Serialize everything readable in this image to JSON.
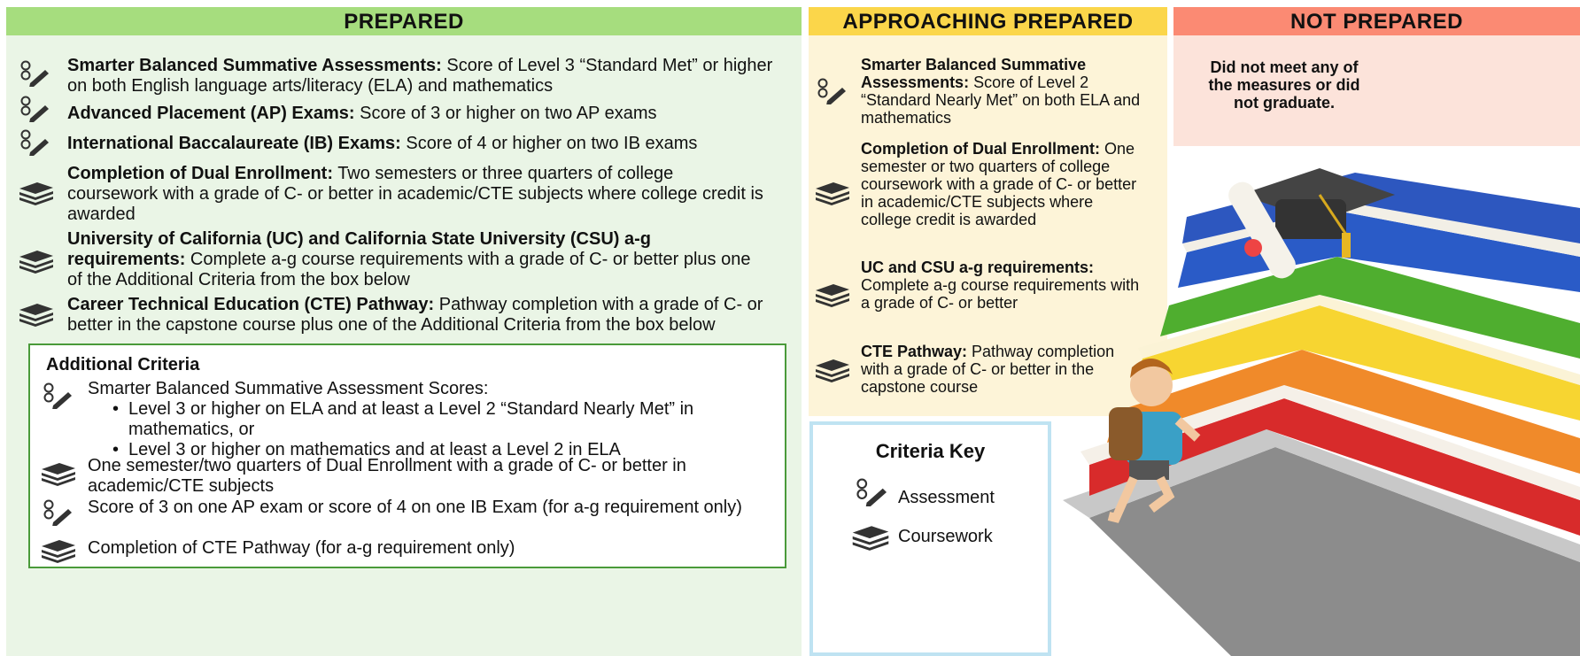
{
  "headers": {
    "prepared": "PREPARED",
    "approaching": "APPROACHING PREPARED",
    "not_prepared": "NOT PREPARED"
  },
  "colors": {
    "prepared_header": "#a6dd7e",
    "prepared_bg": "#eaf5e6",
    "approaching_header": "#fbd64a",
    "approaching_bg": "#fdf4d8",
    "not_header": "#fb8a73",
    "not_bg": "#fce3da",
    "criteria_border": "#4a9a3a",
    "key_border": "#bfe3f2"
  },
  "prepared": {
    "items": [
      {
        "icon": "assessment-icon",
        "bold": "Smarter Balanced Summative Assessments:",
        "text": " Score of Level 3 “Standard Met” or higher on both English language arts/literacy (ELA) and mathematics"
      },
      {
        "icon": "assessment-icon",
        "bold": "Advanced Placement (AP) Exams:",
        "text": " Score of 3 or higher on two AP exams"
      },
      {
        "icon": "assessment-icon",
        "bold": "International Baccalaureate (IB) Exams:",
        "text": " Score of 4 or higher on two IB exams"
      },
      {
        "icon": "coursework-icon",
        "bold": "Completion of Dual Enrollment:",
        "text": " Two semesters or three quarters of college coursework with a grade of C- or better in academic/CTE subjects where college credit is awarded"
      },
      {
        "icon": "coursework-icon",
        "bold": "University of California (UC) and California State University (CSU) a-g requirements:",
        "text": " Complete a-g course requirements with a grade of C- or better plus one of the Additional Criteria from the box below"
      },
      {
        "icon": "coursework-icon",
        "bold": "Career Technical Education (CTE) Pathway:",
        "text": " Pathway completion with a grade of C- or better in the capstone course plus one of the Additional Criteria from the box below"
      }
    ],
    "additional": {
      "title": "Additional Criteria",
      "sbac_intro": "Smarter Balanced Summative Assessment Scores:",
      "sbac_bullets": [
        "Level 3 or higher on ELA and at least a Level 2 “Standard Nearly Met” in mathematics, or",
        "Level 3 or higher on mathematics and at least a Level 2 in ELA"
      ],
      "dual": "One semester/two quarters of Dual Enrollment with a grade of C- or better in academic/CTE subjects",
      "apib": "Score of 3 on one AP exam or score of 4 on one IB Exam (for a-g requirement only)",
      "cte": "Completion of CTE Pathway (for a-g requirement only)"
    }
  },
  "approaching": {
    "items": [
      {
        "icon": "assessment-icon",
        "bold": "Smarter Balanced Summative Assessments:",
        "text": " Score of Level 2 “Standard Nearly Met” on both ELA and mathematics"
      },
      {
        "icon": "coursework-icon",
        "bold": "Completion of Dual Enrollment:",
        "text": " One semester or two quarters of college coursework with a grade of C- or better in academic/CTE subjects where college credit is awarded"
      },
      {
        "icon": "coursework-icon",
        "bold": "UC and CSU a-g requirements:",
        "text": " Complete a-g course requirements with a grade of C- or better"
      },
      {
        "icon": "coursework-icon",
        "bold": "CTE Pathway:",
        "text": " Pathway completion with a grade of C- or better in the capstone course"
      }
    ]
  },
  "not_prepared": {
    "text": "Did not meet any of the measures or did not graduate."
  },
  "key": {
    "title": "Criteria Key",
    "assessment": "Assessment",
    "coursework": "Coursework"
  }
}
